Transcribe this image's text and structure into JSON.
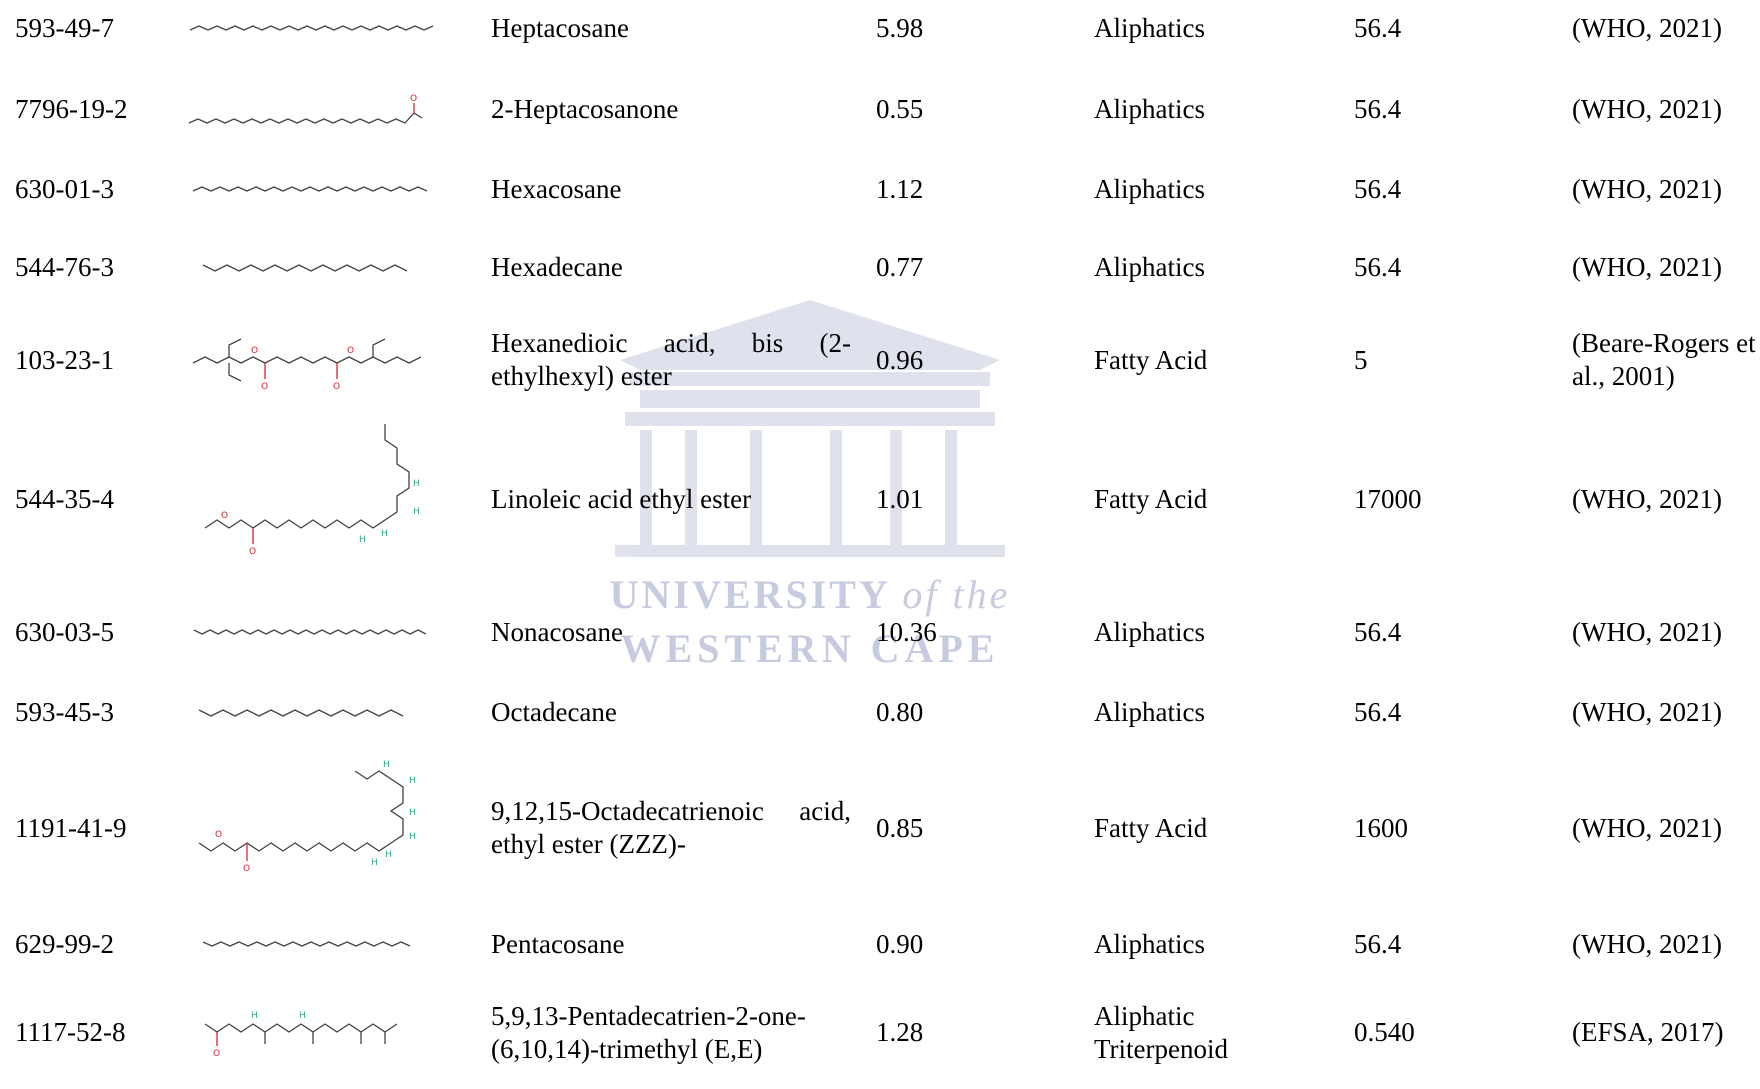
{
  "watermark": {
    "line1": "UNIVERSITY",
    "line1_suffix": "of the",
    "line2": "WESTERN CAPE"
  },
  "rows": [
    {
      "cas": "593-49-7",
      "name": "Heptacosane",
      "conc": "5.98",
      "class": "Aliphatics",
      "value": "56.4",
      "ref": "(WHO, 2021)",
      "structure_icon": "long-chain-alkane-icon"
    },
    {
      "cas": "7796-19-2",
      "name": "2-Heptacosanone",
      "conc": "0.55",
      "class": "Aliphatics",
      "value": "56.4",
      "ref": "(WHO, 2021)",
      "structure_icon": "long-chain-ketone-icon"
    },
    {
      "cas": "630-01-3",
      "name": "Hexacosane",
      "conc": "1.12",
      "class": "Aliphatics",
      "value": "56.4",
      "ref": "(WHO, 2021)",
      "structure_icon": "long-chain-alkane-icon"
    },
    {
      "cas": "544-76-3",
      "name": "Hexadecane",
      "conc": "0.77",
      "class": "Aliphatics",
      "value": "56.4",
      "ref": "(WHO, 2021)",
      "structure_icon": "alkane-icon"
    },
    {
      "cas": "103-23-1",
      "name": "Hexanedioic acid, bis (2-ethylhexyl) ester",
      "conc": "0.96",
      "class": "Fatty Acid",
      "value": "5",
      "ref": "(Beare-Rogers et al., 2001)",
      "structure_icon": "diester-icon"
    },
    {
      "cas": "544-35-4",
      "name": "Linoleic acid ethyl ester",
      "conc": "1.01",
      "class": "Fatty Acid",
      "value": "17000",
      "ref": "(WHO, 2021)",
      "structure_icon": "fatty-acid-ester-icon"
    },
    {
      "cas": "630-03-5",
      "name": "Nonacosane",
      "conc": "10.36",
      "class": "Aliphatics",
      "value": "56.4",
      "ref": "(WHO, 2021)",
      "structure_icon": "long-chain-alkane-icon"
    },
    {
      "cas": "593-45-3",
      "name": "Octadecane",
      "conc": "0.80",
      "class": "Aliphatics",
      "value": "56.4",
      "ref": "(WHO, 2021)",
      "structure_icon": "alkane-icon"
    },
    {
      "cas": "1191-41-9",
      "name": "9,12,15-Octadecatrienoic acid, ethyl ester (ZZZ)-",
      "conc": "0.85",
      "class": "Fatty Acid",
      "value": "1600",
      "ref": "(WHO, 2021)",
      "structure_icon": "fatty-acid-ester-icon"
    },
    {
      "cas": "629-99-2",
      "name": "Pentacosane",
      "conc": "0.90",
      "class": "Aliphatics",
      "value": "56.4",
      "ref": "(WHO, 2021)",
      "structure_icon": "long-chain-alkane-icon"
    },
    {
      "cas": "1117-52-8",
      "name": "5,9,13-Pentadecatrien-2-one- (6,10,14)-trimethyl (E,E)",
      "conc": "1.28",
      "class": "Aliphatic Triterpenoid",
      "value": "0.540",
      "ref": "(EFSA, 2017)",
      "structure_icon": "terpenoid-ketone-icon"
    }
  ]
}
